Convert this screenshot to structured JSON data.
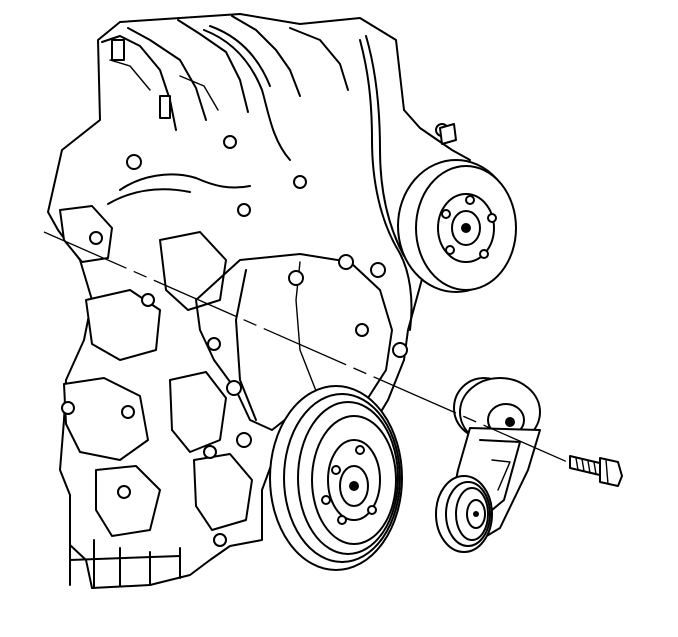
{
  "diagram": {
    "kind": "exploded-view line drawing",
    "colors": {
      "line": "#000000",
      "background": "#ffffff"
    },
    "components": [
      "engine-block",
      "accessory-pulley",
      "crankshaft-balancer",
      "belt-tensioner",
      "tensioner-bolt",
      "assembly-axis"
    ]
  }
}
